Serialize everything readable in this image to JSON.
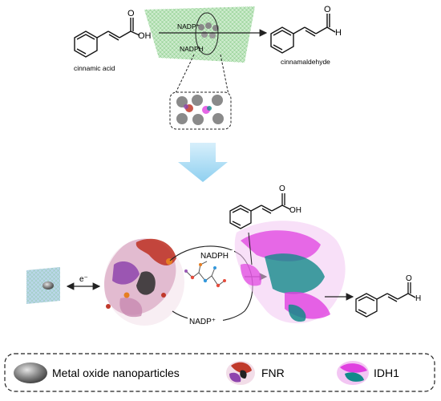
{
  "top": {
    "substrate_label": "cinnamic acid",
    "product_label": "cinnamaldehyde",
    "substrate_oh": "OH",
    "substrate_o": "O",
    "product_o": "O",
    "product_h": "H",
    "cofactor_oxidized": "NADP⁺",
    "cofactor_reduced": "NADPH"
  },
  "mechanism": {
    "electron_label": "e⁻",
    "nadph_label": "NADPH",
    "nadp_label": "NADP⁺",
    "substrate_oh": "OH",
    "substrate_o": "O",
    "product_o": "O",
    "product_h": "H"
  },
  "legend": {
    "items": [
      {
        "label": "Metal oxide nanoparticles"
      },
      {
        "label": "FNR"
      },
      {
        "label": "IDH1"
      }
    ]
  },
  "colors": {
    "sheet_green": "#8fd08f",
    "nanoparticle_gray": "#7c7c7c",
    "arrow_blue": "#9fd6f2",
    "fnr_red": "#c0392b",
    "fnr_purple": "#8e44ad",
    "idh1_magenta": "#e040e0",
    "idh1_teal": "#138a8a"
  }
}
